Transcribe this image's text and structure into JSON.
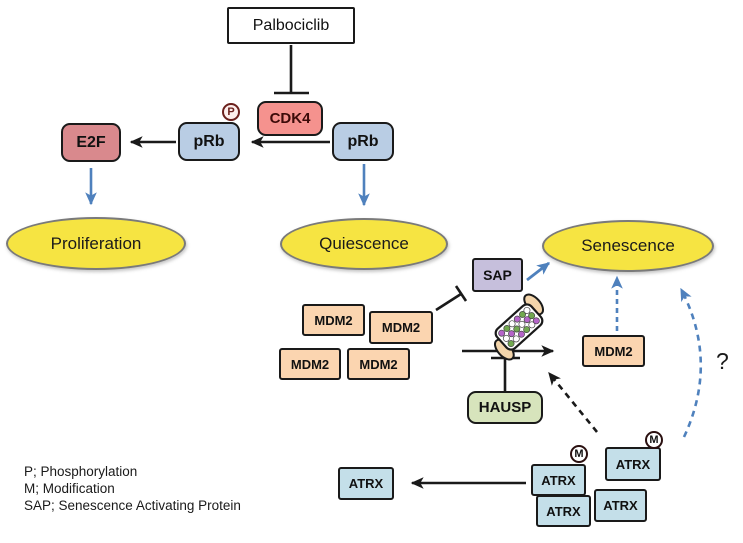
{
  "diagram": {
    "palbociclib": "Palbociclib",
    "cdk4": "CDK4",
    "prb": "pRb",
    "e2f": "E2F",
    "sap": "SAP",
    "mdm2": "MDM2",
    "hausp": "HAUSP",
    "atrx": "ATRX",
    "proliferation": "Proliferation",
    "quiescence": "Quiescence",
    "senescence": "Senescence",
    "phospho_badge": "P",
    "modification_badge": "M",
    "question": "?"
  },
  "legend": {
    "phosphorylation": "P; Phosphorylation",
    "modification": "M; Modification",
    "sap_definition": "SAP; Senescence Activating Protein"
  },
  "colors": {
    "arrow_blue": "#4f81bd",
    "arrow_black": "#1a1a1a",
    "node_salmon": "#f5928e",
    "node_rose": "#d9898d",
    "node_bluegray": "#b9cde4",
    "node_yellow": "#f6e442",
    "node_orange": "#fbd5b0",
    "node_green": "#d7e4bc",
    "node_purple": "#c6bfdc",
    "node_lightblue": "#c4dfe9",
    "chromatin_peach": "#f3d5ab",
    "chromatin_magenta": "#b565c9",
    "chromatin_green": "#71a84f"
  }
}
